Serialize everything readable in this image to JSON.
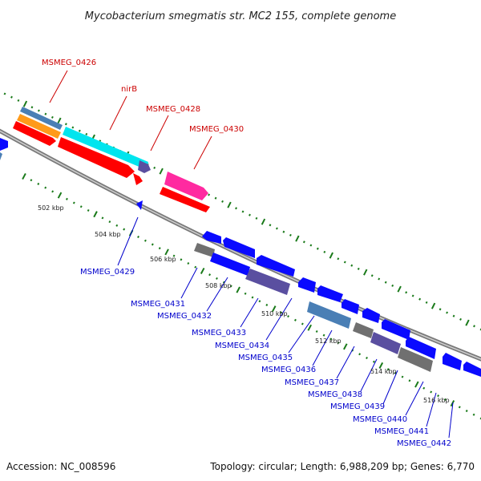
{
  "title": "Mycobacterium smegmatis str. MC2 155, complete genome",
  "footer": {
    "accession": "Accession: NC_008596",
    "summary": "Topology: circular; Length: 6,988,209 bp; Genes: 6,770"
  },
  "colors": {
    "backbone": "#8c8c8c",
    "tick": "#1a7a1a",
    "label_forward": "#cc0000",
    "label_reverse": "#0000cc",
    "red": "#ff0000",
    "cyan": "#00e5ee",
    "magenta": "#ff2aa0",
    "orange": "#ff9a1a",
    "steelblue": "#4a7fb5",
    "blue": "#0a0aff",
    "slate": "#5a4fa0",
    "gray": "#707070"
  },
  "scale_labels": [
    "502 kbp",
    "504 kbp",
    "506 kbp",
    "508 kbp",
    "510 kbp",
    "512 kbp",
    "514 kbp",
    "516 kbp"
  ],
  "forward_labels": [
    "MSMEG_0426",
    "nirB",
    "MSMEG_0428",
    "MSMEG_0430"
  ],
  "reverse_labels": [
    "MSMEG_0429",
    "MSMEG_0431",
    "MSMEG_0432",
    "MSMEG_0433",
    "MSMEG_0434",
    "MSMEG_0435",
    "MSMEG_0436",
    "MSMEG_0437",
    "MSMEG_0438",
    "MSMEG_0439",
    "MSMEG_0440",
    "MSMEG_0441",
    "MSMEG_0442"
  ]
}
